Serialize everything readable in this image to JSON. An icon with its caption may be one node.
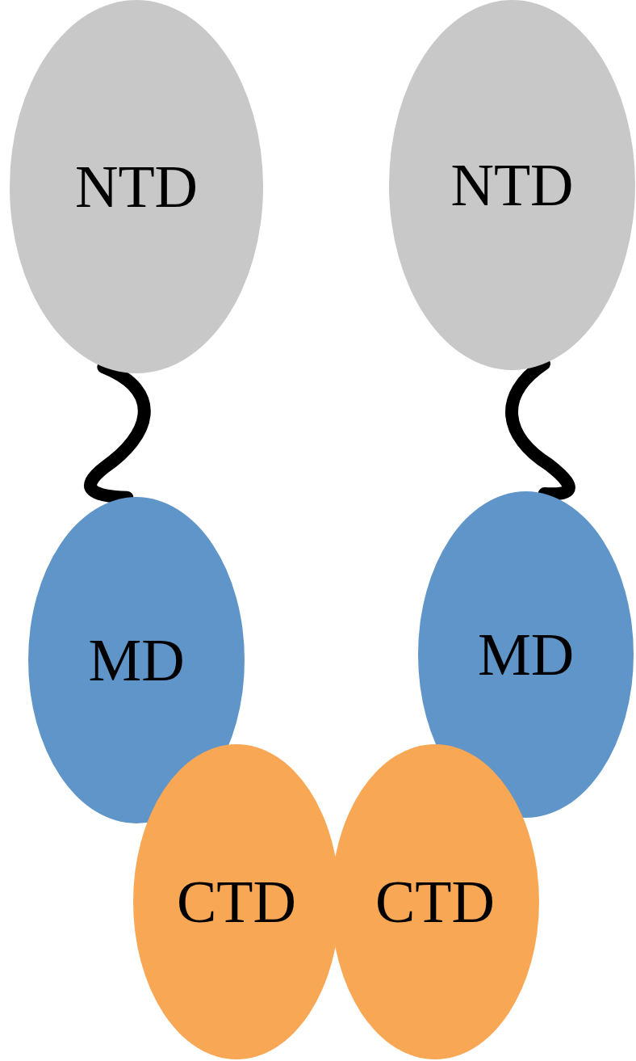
{
  "diagram": {
    "nodes": [
      {
        "text": [
          "NTD"
        ]
      },
      {
        "text": [
          "NTD"
        ]
      },
      {
        "text": [
          "MD"
        ]
      },
      {
        "text": [
          "MD"
        ]
      },
      {
        "text": [
          "CTD"
        ]
      },
      {
        "text": [
          "CTD"
        ]
      }
    ],
    "edges": [
      {
        "from": 0,
        "to": 2,
        "arrow": "none"
      },
      {
        "from": 1,
        "to": 3,
        "arrow": "none"
      }
    ]
  }
}
